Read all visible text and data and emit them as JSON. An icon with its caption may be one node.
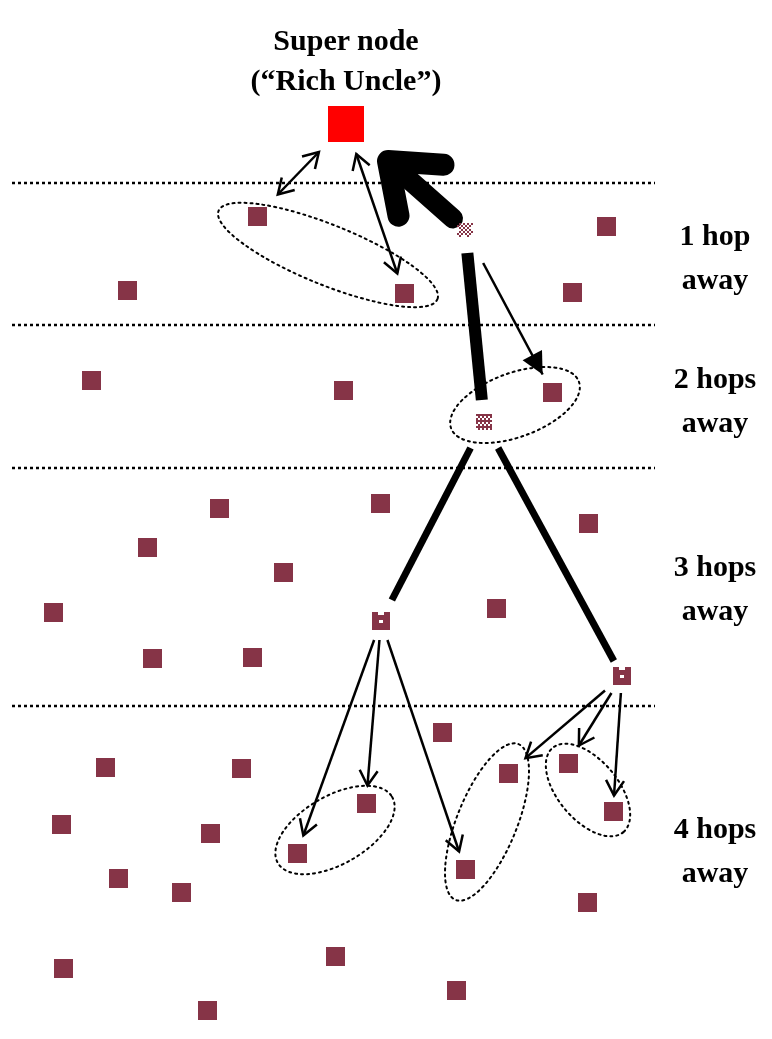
{
  "diagram": {
    "nodes": [
      {
        "text": [
          "Super node (“Rich Uncle”)"
        ]
      },
      {
        "text": [],
        "shape": "box"
      },
      {
        "text": [],
        "shape": "box"
      },
      {
        "text": [],
        "shape": "box"
      },
      {
        "text": [],
        "shape": "box"
      },
      {
        "text": [],
        "shape": "box"
      },
      {
        "text": [],
        "shape": "box"
      },
      {
        "text": [],
        "shape": "box"
      },
      {
        "text": [],
        "shape": "box"
      },
      {
        "text": [],
        "shape": "box"
      },
      {
        "text": [],
        "shape": "box"
      },
      {
        "text": [],
        "shape": "box"
      },
      {
        "text": [],
        "shape": "box"
      },
      {
        "text": [],
        "shape": "box"
      },
      {
        "text": [],
        "shape": "box"
      },
      {
        "text": [],
        "shape": "box"
      },
      {
        "text": [],
        "shape": "box"
      },
      {
        "text": [],
        "shape": "box"
      },
      {
        "text": [],
        "shape": "box"
      },
      {
        "text": [],
        "shape": "box"
      },
      {
        "text": [],
        "shape": "box"
      },
      {
        "text": [],
        "shape": "box"
      },
      {
        "text": [],
        "shape": "box"
      },
      {
        "text": [],
        "shape": "box"
      },
      {
        "text": [],
        "shape": "box"
      },
      {
        "text": [],
        "shape": "box"
      },
      {
        "text": [],
        "shape": "box"
      },
      {
        "text": [],
        "shape": "box"
      },
      {
        "text": [],
        "shape": "box"
      },
      {
        "text": [],
        "shape": "box"
      },
      {
        "text": [],
        "shape": "box"
      },
      {
        "text": [],
        "shape": "box"
      },
      {
        "text": [],
        "shape": "box"
      },
      {
        "text": [],
        "shape": "box"
      },
      {
        "text": [],
        "shape": "box"
      },
      {
        "text": [],
        "shape": "box"
      },
      {
        "text": [],
        "shape": "box"
      },
      {
        "text": [],
        "shape": "box"
      },
      {
        "text": [],
        "shape": "box"
      },
      {
        "text": [],
        "shape": "box"
      }
    ],
    "edges": [
      {
        "from": 0,
        "to": 1,
        "arrow": "both"
      },
      {
        "from": 0,
        "to": 6,
        "arrow": "both"
      },
      {
        "from": 3,
        "to": 0,
        "arrow": "to",
        "style": "thick"
      },
      {
        "from": 10,
        "to": 3,
        "arrow": "none",
        "style": "thick"
      },
      {
        "from": 3,
        "to": 9,
        "arrow": "to"
      },
      {
        "from": 10,
        "to": 18,
        "arrow": "none",
        "style": "thick"
      },
      {
        "from": 10,
        "to": 21,
        "arrow": "none",
        "style": "thick"
      },
      {
        "from": 18,
        "to": 31,
        "arrow": "to"
      },
      {
        "from": 18,
        "to": 27,
        "arrow": "to"
      },
      {
        "from": 18,
        "to": 32,
        "arrow": "to"
      },
      {
        "from": 21,
        "to": 26,
        "arrow": "to"
      },
      {
        "from": 21,
        "to": 23,
        "arrow": "to"
      },
      {
        "from": 21,
        "to": 28,
        "arrow": "to"
      }
    ],
    "labels": [
      "1 hop away",
      "2 hops away",
      "3 hops away",
      "4 hops away"
    ]
  }
}
